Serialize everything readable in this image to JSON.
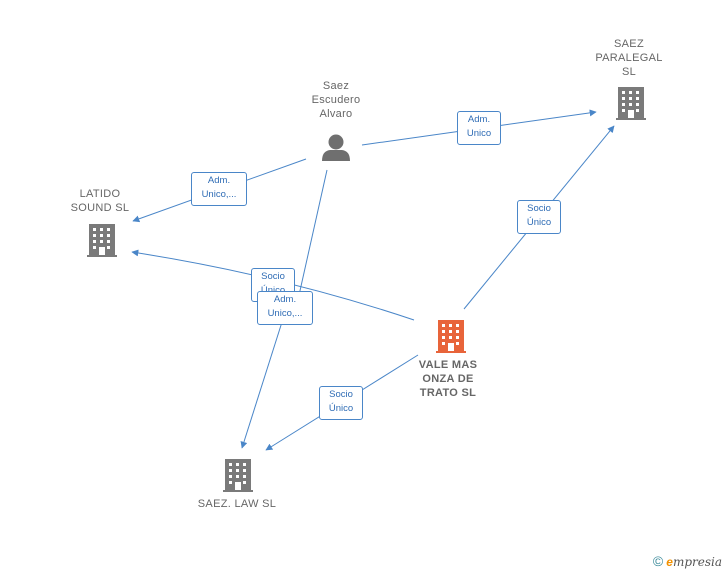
{
  "nodes": {
    "saez_escudero": "Saez\nEscudero\nAlvaro",
    "saez_paralegal": "SAEZ\nPARALEGAL\nSL",
    "latido_sound": "LATIDO\nSOUND  SL",
    "vale_mas": "VALE MAS\nONZA DE\nTRATO  SL",
    "saez_law": "SAEZ. LAW  SL"
  },
  "edges": {
    "escudero_to_paralegal": "Adm.\nUnico",
    "escudero_to_latido": "Adm.\nUnico,...",
    "vale_to_latido": "Socio\nÚnico",
    "escudero_to_law": "Adm.\nUnico,...",
    "vale_to_paralegal": "Socio\nÚnico",
    "vale_to_law": "Socio\nÚnico"
  },
  "colors": {
    "edge": "#4a86c8",
    "building": "#7a7a7a",
    "main_building": "#e8643a",
    "person": "#6f6f6f"
  },
  "footer": {
    "copyright": "©",
    "brand_initial": "e",
    "brand_rest": "mpresia"
  }
}
